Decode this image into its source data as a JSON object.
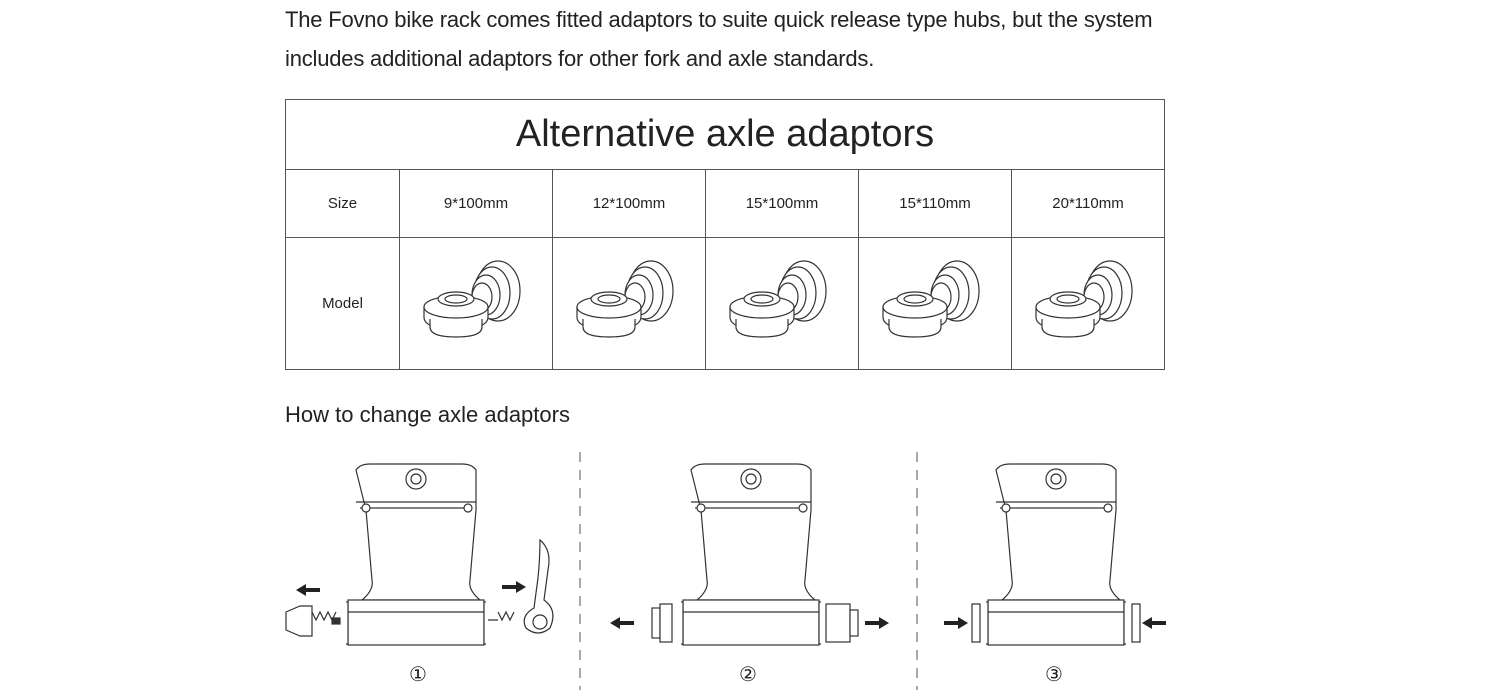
{
  "intro": {
    "line1": "The Fovno bike rack comes fitted adaptors to suite quick release type hubs, but the system",
    "line2": "includes additional  adaptors for other fork and axle standards."
  },
  "table": {
    "title": "Alternative axle adaptors",
    "size_label": "Size",
    "model_label": "Model",
    "sizes": [
      "9*100mm",
      "12*100mm",
      "15*100mm",
      "15*110mm",
      "20*110mm"
    ]
  },
  "howto": {
    "heading": "How to change axle adaptors",
    "steps": [
      "①",
      "②",
      "③"
    ]
  }
}
